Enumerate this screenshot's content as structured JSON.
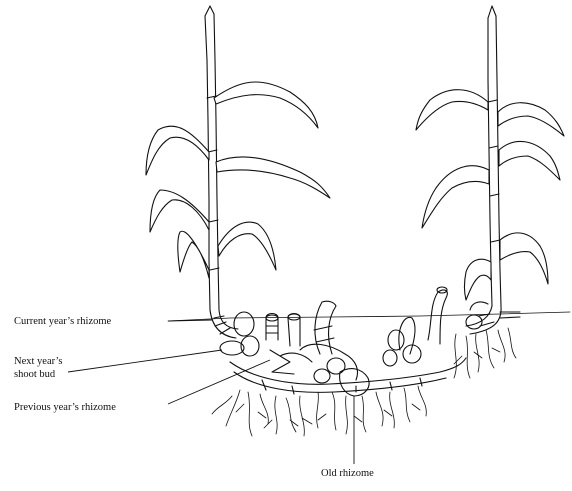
{
  "labels": {
    "current_rhizome": "Current year’s rhizome",
    "shoot_bud_line1": "Next year’s",
    "shoot_bud_line2": "shoot bud",
    "previous_rhizome": "Previous year’s rhizome",
    "old_rhizome": "Old rhizome"
  },
  "colors": {
    "ink": "#111111",
    "background": "#ffffff"
  }
}
